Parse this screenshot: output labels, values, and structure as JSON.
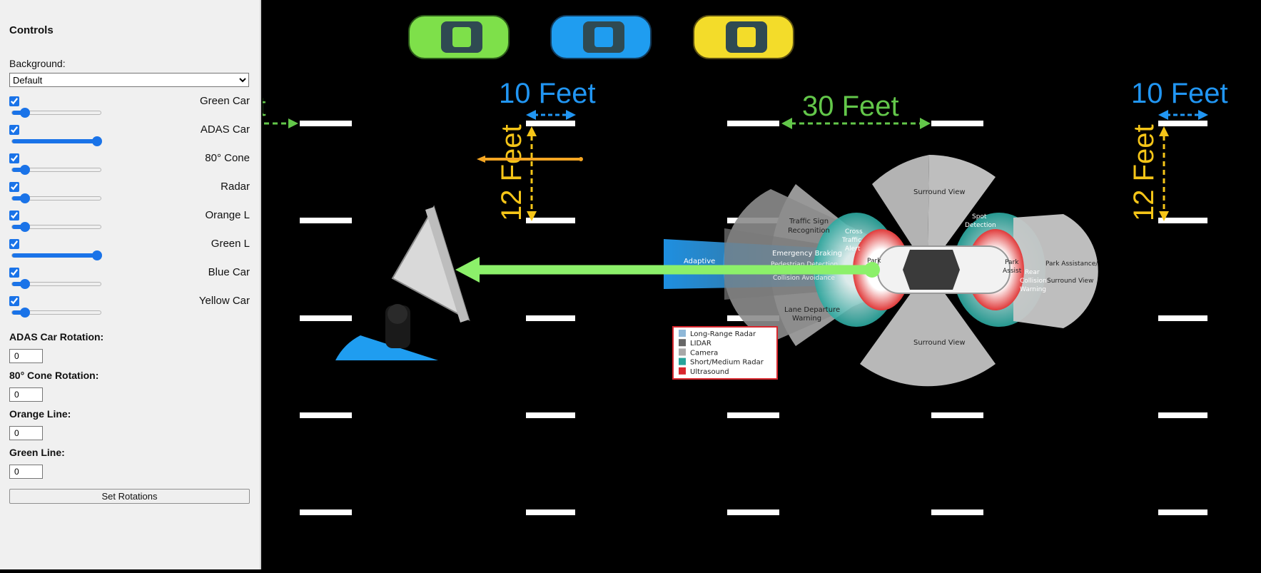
{
  "panel": {
    "title": "Controls",
    "background_label": "Background:",
    "background_selected": "Default",
    "layers": [
      {
        "label": "Green Car",
        "checked": true,
        "slider": 0.1
      },
      {
        "label": "ADAS Car",
        "checked": true,
        "slider": 1.0
      },
      {
        "label": "80° Cone",
        "checked": true,
        "slider": 0.1
      },
      {
        "label": "Radar",
        "checked": true,
        "slider": 0.1
      },
      {
        "label": "Orange L",
        "checked": true,
        "slider": 0.1
      },
      {
        "label": "Green L",
        "checked": true,
        "slider": 1.0
      },
      {
        "label": "Blue Car",
        "checked": true,
        "slider": 0.1
      },
      {
        "label": "Yellow Car",
        "checked": true,
        "slider": 0.1
      }
    ],
    "fields": [
      {
        "label": "ADAS Car Rotation:",
        "value": "0"
      },
      {
        "label": "80° Cone Rotation:",
        "value": "0"
      },
      {
        "label": "Orange Line:",
        "value": "0"
      },
      {
        "label": "Green Line:",
        "value": "0"
      }
    ],
    "set_button": "Set Rotations"
  },
  "scene": {
    "distance_labels": {
      "ten_feet_left": "10 Feet",
      "twelve_feet_left": "12 Feet",
      "thirty_feet": "30 Feet",
      "ten_feet_right": "10 Feet",
      "twelve_feet_right": "12 Feet",
      "partial_left": "t"
    },
    "adas_labels": {
      "surround_top": "Surround View",
      "surround_bottom": "Surround View",
      "traffic_sign_1": "Traffic Sign",
      "traffic_sign_2": "Recognition",
      "cross_1": "Cross",
      "cross_2": "Traffic",
      "cross_3": "Alert",
      "emergency": "Emergency Braking",
      "pedestrian": "Pedestrian Detection",
      "collision": "Collision Avoidance",
      "adaptive": "Adaptive",
      "lane_1": "Lane Departure",
      "lane_2": "Warning",
      "spot_1": "Spot",
      "spot_2": "Detection",
      "park_1": "Park",
      "park_2": "Assist",
      "rear_1": "Rear",
      "rear_2": "Collision",
      "rear_3": "Warning",
      "park_sv_1": "Park Assistance/",
      "park_sv_2": "Surround View",
      "park_front": "Park"
    },
    "legend": [
      {
        "label": "Long-Range Radar",
        "color": "#8fb8d8"
      },
      {
        "label": "LIDAR",
        "color": "#666666"
      },
      {
        "label": "Camera",
        "color": "#a8a8a8"
      },
      {
        "label": "Short/Medium Radar",
        "color": "#27a39b"
      },
      {
        "label": "Ultrasound",
        "color": "#d9272e"
      }
    ],
    "colors": {
      "green_car": "#7ee04a",
      "blue_car": "#1f9df0",
      "yellow_car": "#f3dc2a",
      "blue_text": "#2196f3",
      "green_text": "#63c74a",
      "yellow_text": "#f5c518",
      "orange_line": "#f5a623",
      "green_line": "#8cf06a"
    }
  }
}
